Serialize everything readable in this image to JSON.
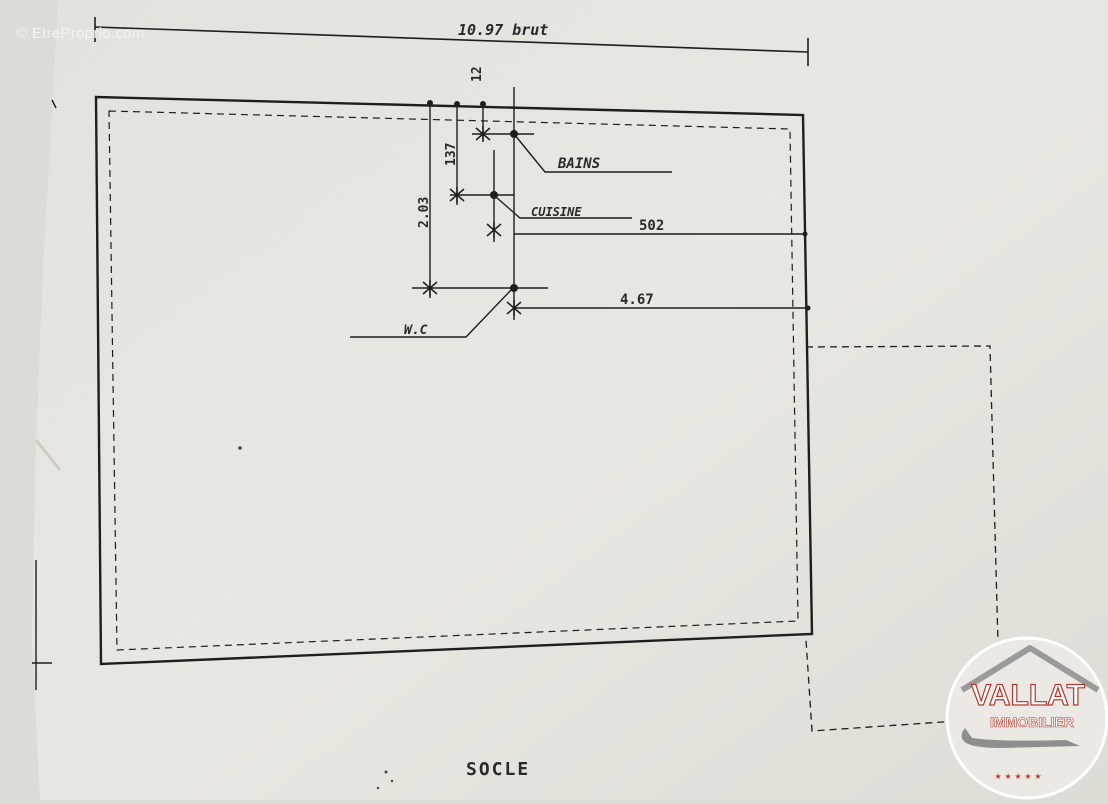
{
  "watermark": "© EtreProprio.com",
  "plan": {
    "overall_dimension": "10.97 brut",
    "dim_12": "12",
    "dim_137": "137",
    "dim_203": "2.03",
    "dim_502": "502",
    "dim_467": "4.67",
    "label_bains": "BAINS",
    "label_cuisine": "CUISINE",
    "label_wc": "W.C",
    "title": "SOCLE"
  },
  "logo": {
    "name": "VALLAT",
    "subtitle": "IMMOBILIER",
    "stars": "★ ★ ★ ★ ★",
    "accent_color": "#c0392b"
  },
  "colors": {
    "paper": "#e6e4de",
    "ink": "#1e1e1e"
  }
}
